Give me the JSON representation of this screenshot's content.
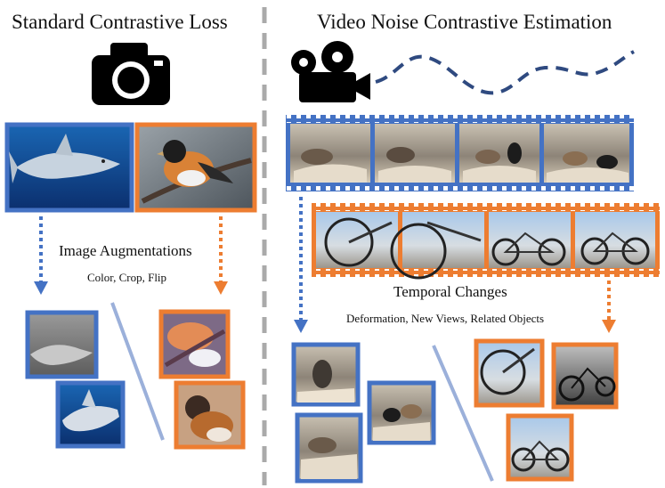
{
  "left_panel": {
    "title": "Standard Contrastive Loss",
    "augment_label": "Image Augmentations",
    "augment_detail": "Color, Crop, Flip"
  },
  "right_panel": {
    "title": "Video Noise Contrastive Estimation",
    "temporal_label": "Temporal Changes",
    "temporal_detail": "Deformation, New Views, Related Objects"
  },
  "colors": {
    "blue": "#4472C4",
    "orange": "#ED7D31",
    "divider": "#AAAAAA",
    "separator": "#9BB0DA",
    "path": "#2F4A80"
  },
  "icons": {
    "left": "camera-icon",
    "right": "movie-camera-icon"
  }
}
